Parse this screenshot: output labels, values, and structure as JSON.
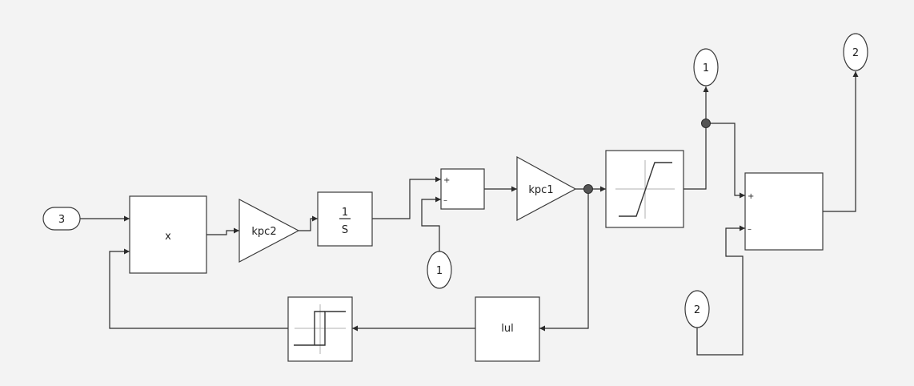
{
  "blocks": {
    "inport_3": {
      "label": "3"
    },
    "product": {
      "label": "x"
    },
    "gain_kpc2": {
      "label": "kpc2"
    },
    "integrator": {
      "numerator": "1",
      "denominator": "S"
    },
    "sum1": {
      "plus": "+",
      "minus": "–"
    },
    "gain_kpc1": {
      "label": "kpc1"
    },
    "outport_1": {
      "label": "1"
    },
    "outport_2": {
      "label": "2"
    },
    "inport_1": {
      "label": "1"
    },
    "inport_2": {
      "label": "2"
    },
    "sum2": {
      "plus": "+",
      "minus": "–"
    },
    "abs": {
      "label": "lul"
    }
  },
  "icons": {
    "saturation": "saturation-icon",
    "relay": "relay-hysteresis-icon"
  },
  "colors": {
    "background": "#f3f3f3",
    "block_fill": "#ffffff",
    "stroke": "#3a3a3a",
    "junction": "#555555"
  }
}
